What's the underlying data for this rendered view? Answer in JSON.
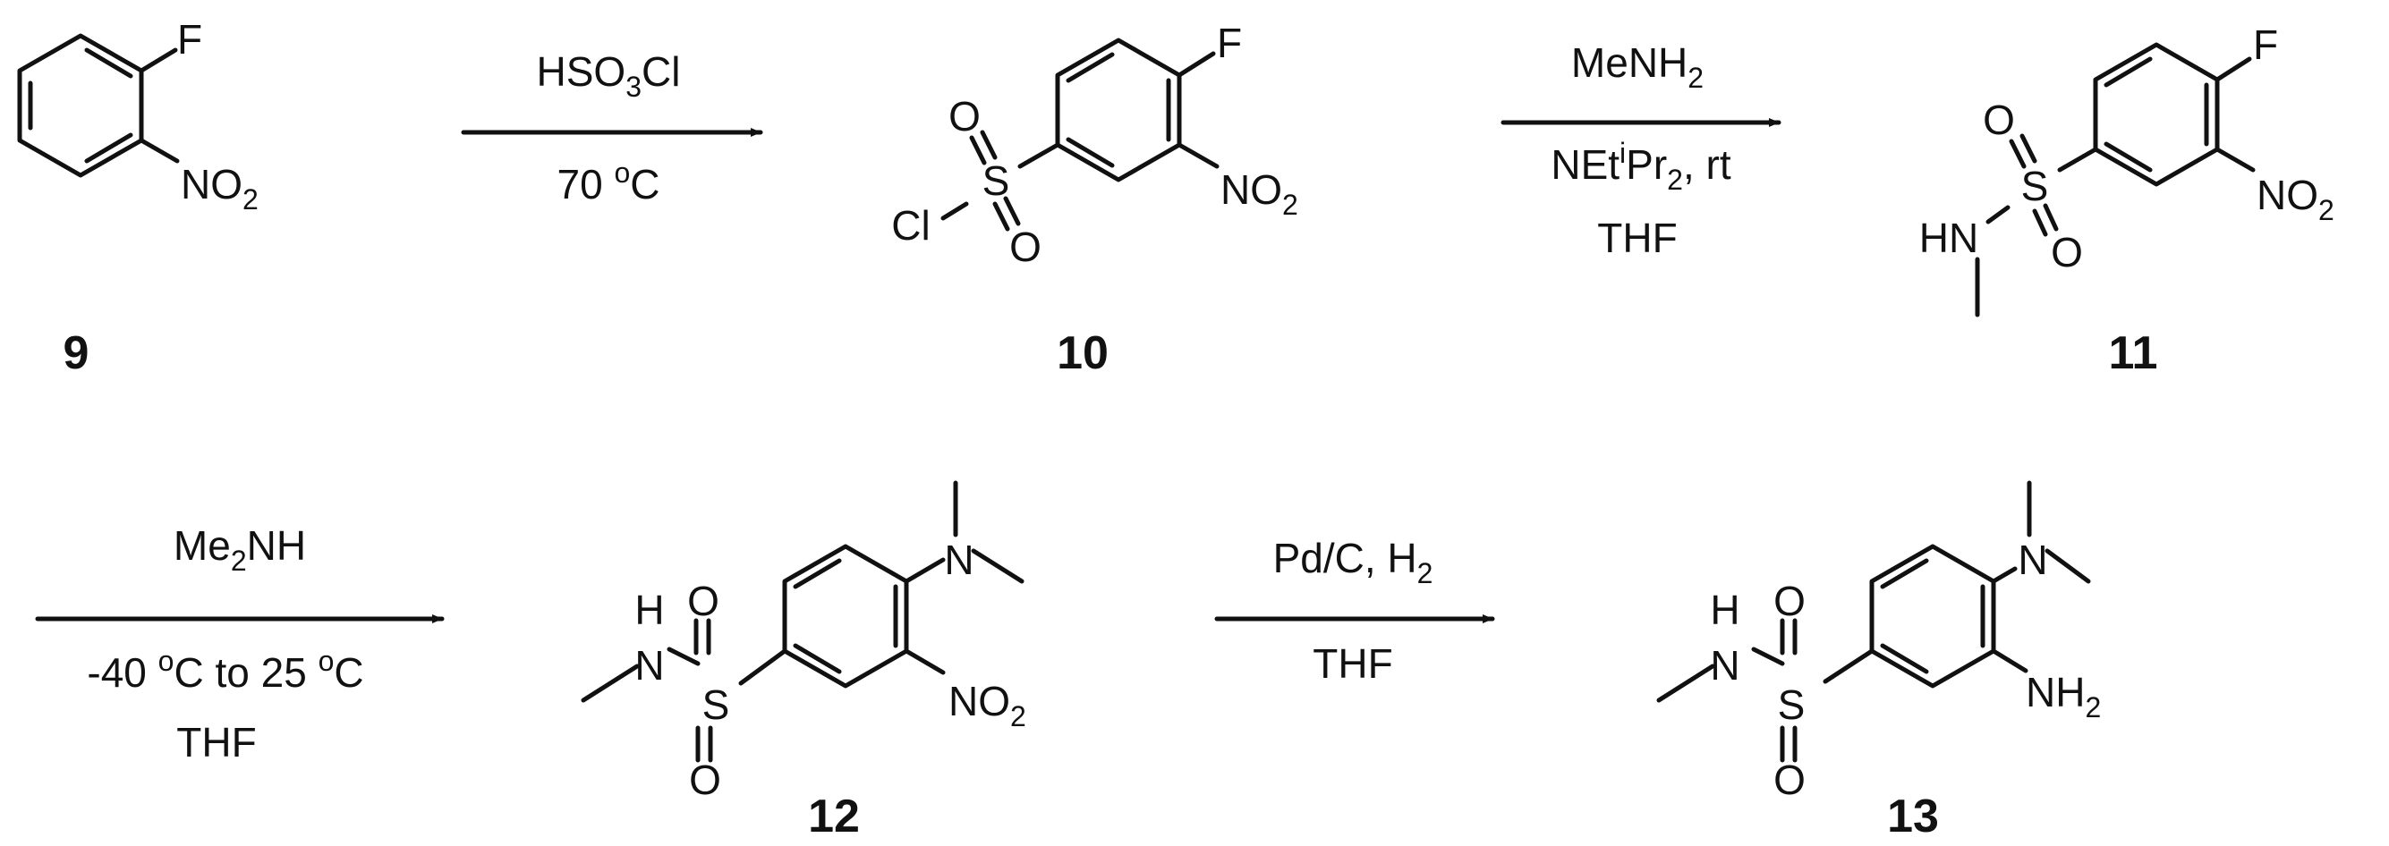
{
  "compounds": [
    {
      "id": "9"
    },
    {
      "id": "10"
    },
    {
      "id": "11"
    },
    {
      "id": "12"
    },
    {
      "id": "13"
    }
  ],
  "atoms": {
    "F": "F",
    "N": "N",
    "O": "O",
    "S": "S",
    "Cl": "Cl",
    "H": "H",
    "HN": "HN",
    "NO": "NO",
    "NH": "NH",
    "two": "2"
  },
  "reactions": [
    {
      "step": 1,
      "above": {
        "text": "HSO",
        "sub": "3",
        "after": "Cl"
      },
      "below": {
        "line1": {
          "pre": "70 ",
          "sup": "o",
          "post": "C"
        }
      }
    },
    {
      "step": 2,
      "above": {
        "text": "MeNH",
        "sub": "2"
      },
      "below": {
        "line1": {
          "pre": "NEt",
          "sup": "i",
          "mid": "Pr",
          "sub": "2",
          "post": ", rt"
        },
        "line2": "THF"
      }
    },
    {
      "step": 3,
      "above": {
        "text": "Me",
        "sub": "2",
        "after": "NH"
      },
      "below": {
        "line1": {
          "pre": "-40 ",
          "sup1": "o",
          "mid": "C to 25 ",
          "sup2": "o",
          "post": "C"
        },
        "line2": "THF"
      }
    },
    {
      "step": 4,
      "above": {
        "text": "Pd/C, H",
        "sub": "2"
      },
      "below": {
        "line2": "THF"
      }
    }
  ]
}
